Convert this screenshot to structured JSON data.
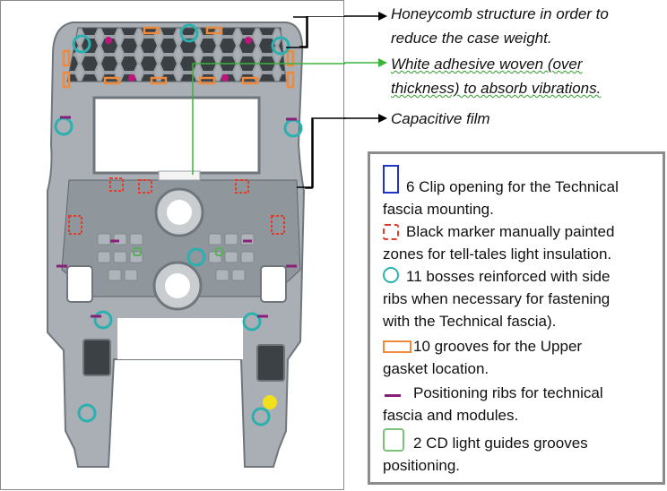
{
  "callouts": {
    "honeycomb": {
      "line1": "Honeycomb structure in order to",
      "line2": "reduce the case weight."
    },
    "adhesive": {
      "line1": "White adhesive woven (over",
      "line2": "thickness) to absorb vibrations."
    },
    "capacitive": {
      "line1": "Capacitive film"
    }
  },
  "legend": {
    "items": [
      {
        "key": "clip",
        "color": "#1f33c8",
        "shape": "rect",
        "line1": "6 Clip opening for the Technical",
        "line2": "fascia mounting."
      },
      {
        "key": "marker",
        "color": "#e03c2c",
        "shape": "dashed-rect",
        "line1": "Black marker manually painted",
        "line2": "zones for tell-tales light insulation."
      },
      {
        "key": "bosses",
        "color": "#2bb0b0",
        "shape": "circle",
        "line1": "11 bosses reinforced with side",
        "line2": "ribs when necessary for fastening",
        "line3": "with the Technical fascia)."
      },
      {
        "key": "grooves",
        "color": "#ef8a3c",
        "shape": "rect",
        "line1": "10 grooves for the Upper",
        "line2": "gasket location."
      },
      {
        "key": "ribs",
        "color": "#8a1f7a",
        "shape": "line",
        "line1": "Positioning ribs for technical",
        "line2": "fascia and modules."
      },
      {
        "key": "cd",
        "color": "#7ac27a",
        "shape": "rounded-rect",
        "line1": "2 CD light guides grooves",
        "line2": "positioning."
      }
    ]
  },
  "colors": {
    "leader_line": "#000000",
    "adhesive_leader": "#3cb43c",
    "frame_body": "#a7adb2",
    "film": "#8f969c"
  }
}
